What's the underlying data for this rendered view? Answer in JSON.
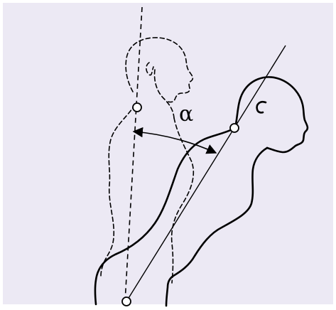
{
  "figure": {
    "angle_symbol": "α",
    "colors": {
      "background": "#ece9f4",
      "border": "#ffffff",
      "stroke": "#000000",
      "joint_fill": "#ffffff"
    },
    "shapes": [
      "vertical-reference-line",
      "upright-dashed-silhouette",
      "leaning-solid-silhouette",
      "body-axis-line",
      "angle-arc-with-arrowheads",
      "shoulder-joint-markers",
      "hip-pivot-marker"
    ]
  }
}
